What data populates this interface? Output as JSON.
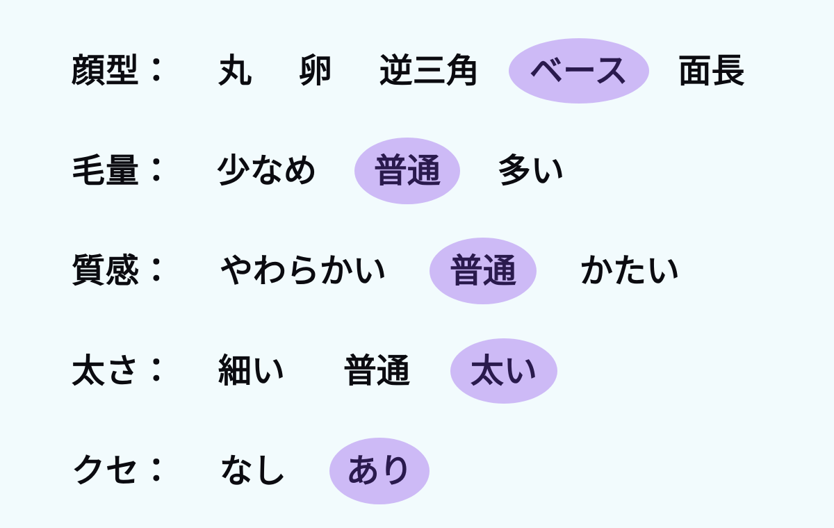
{
  "theme": {
    "background": "#f2fbfd",
    "text_color": "#0b0b10",
    "highlight_fill": "#cdbaf6",
    "highlight_text_color": "#2a1a4d"
  },
  "rows": [
    {
      "key": "face-shape",
      "label": "顔型：",
      "options": [
        {
          "text": "丸",
          "selected": false
        },
        {
          "text": "卵",
          "selected": false
        },
        {
          "text": "逆三角",
          "selected": false
        },
        {
          "text": "ベース",
          "selected": true
        },
        {
          "text": "面長",
          "selected": false
        }
      ]
    },
    {
      "key": "hair-volume",
      "label": "毛量：",
      "options": [
        {
          "text": "少なめ",
          "selected": false
        },
        {
          "text": "普通",
          "selected": true
        },
        {
          "text": "多い",
          "selected": false
        }
      ]
    },
    {
      "key": "hair-texture",
      "label": "質感：",
      "options": [
        {
          "text": "やわらかい",
          "selected": false
        },
        {
          "text": "普通",
          "selected": true
        },
        {
          "text": "かたい",
          "selected": false
        }
      ]
    },
    {
      "key": "hair-thickness",
      "label": "太さ：",
      "options": [
        {
          "text": "細い",
          "selected": false
        },
        {
          "text": "普通",
          "selected": false
        },
        {
          "text": "太い",
          "selected": true
        }
      ]
    },
    {
      "key": "hair-curl",
      "label": "クセ：",
      "options": [
        {
          "text": "なし",
          "selected": false
        },
        {
          "text": "あり",
          "selected": true
        }
      ]
    }
  ]
}
